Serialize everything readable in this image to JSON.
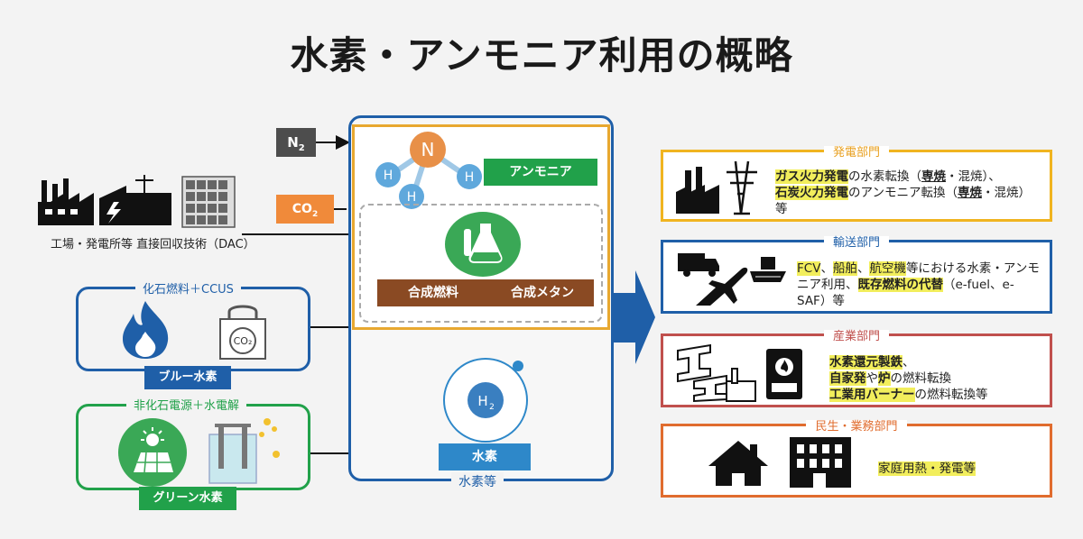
{
  "title": "水素・アンモニア利用の概略",
  "inputs": {
    "n2": "N",
    "n2_sub": "2",
    "co2": "CO",
    "co2_sub": "2",
    "factory_caption": "工場・発電所等 直接回収技術（DAC）"
  },
  "blue": {
    "title": "化石燃料＋CCUS",
    "label": "ブルー水素",
    "co2_icon_text": "CO₂"
  },
  "green": {
    "title": "非化石電源＋水電解",
    "label": "グリーン水素"
  },
  "center": {
    "ammonia": "アンモニア",
    "synth_fuel": "合成燃料",
    "synth_methane": "合成メタン",
    "hydrogen": "水素",
    "hydrogen_etc": "水素等",
    "molecule_n": "N",
    "molecule_h": "H",
    "h2_main": "H",
    "h2_sub": "2"
  },
  "sectors": {
    "power": {
      "title": "発電部門",
      "line1_hl": "ガス火力発電",
      "line1_rest": "の水素転換（",
      "line1_u": "専焼",
      "line1_end": "・混焼）、",
      "line2_hl": "石炭火力発電",
      "line2_rest": "のアンモニア転換（",
      "line2_u": "専焼",
      "line2_end": "・混焼）",
      "line3": "等"
    },
    "transport": {
      "title": "輸送部門",
      "hl1": "FCV",
      "sep1": "、",
      "hl2": "船舶",
      "sep2": "、",
      "hl3": "航空機",
      "text1": "等における水素・アンモ",
      "text2": "ニア利用、",
      "hl4": "既存燃料の代替",
      "text3": "（e-fuel、e-",
      "text4": "SAF）等"
    },
    "industry": {
      "title": "産業部門",
      "line1_hl": "水素還元製鉄",
      "line1_end": "、",
      "line2_hl1": "自家発",
      "line2_mid": "や",
      "line2_hl2": "炉",
      "line2_end": "の燃料転換",
      "line3_hl": "工業用バーナー",
      "line3_end": "の燃料転換等"
    },
    "residential": {
      "title": "民生・業務部門",
      "text": "家庭用熱・発電等"
    }
  },
  "colors": {
    "navy": "#1f5fa8",
    "orange_frame": "#e8a830",
    "ammonia_green": "#21a14a",
    "brown": "#8a4a23",
    "n2_gray": "#4d4d4d",
    "co2_orange": "#f08a3a",
    "blue_label": "#1f5fa8",
    "green_label": "#21a14a",
    "hydrogen_blue": "#2e88c9",
    "power_frame": "#f0b420",
    "transport_frame": "#1f5fa8",
    "industry_frame": "#c0504d",
    "residential_frame": "#e06c2e"
  }
}
